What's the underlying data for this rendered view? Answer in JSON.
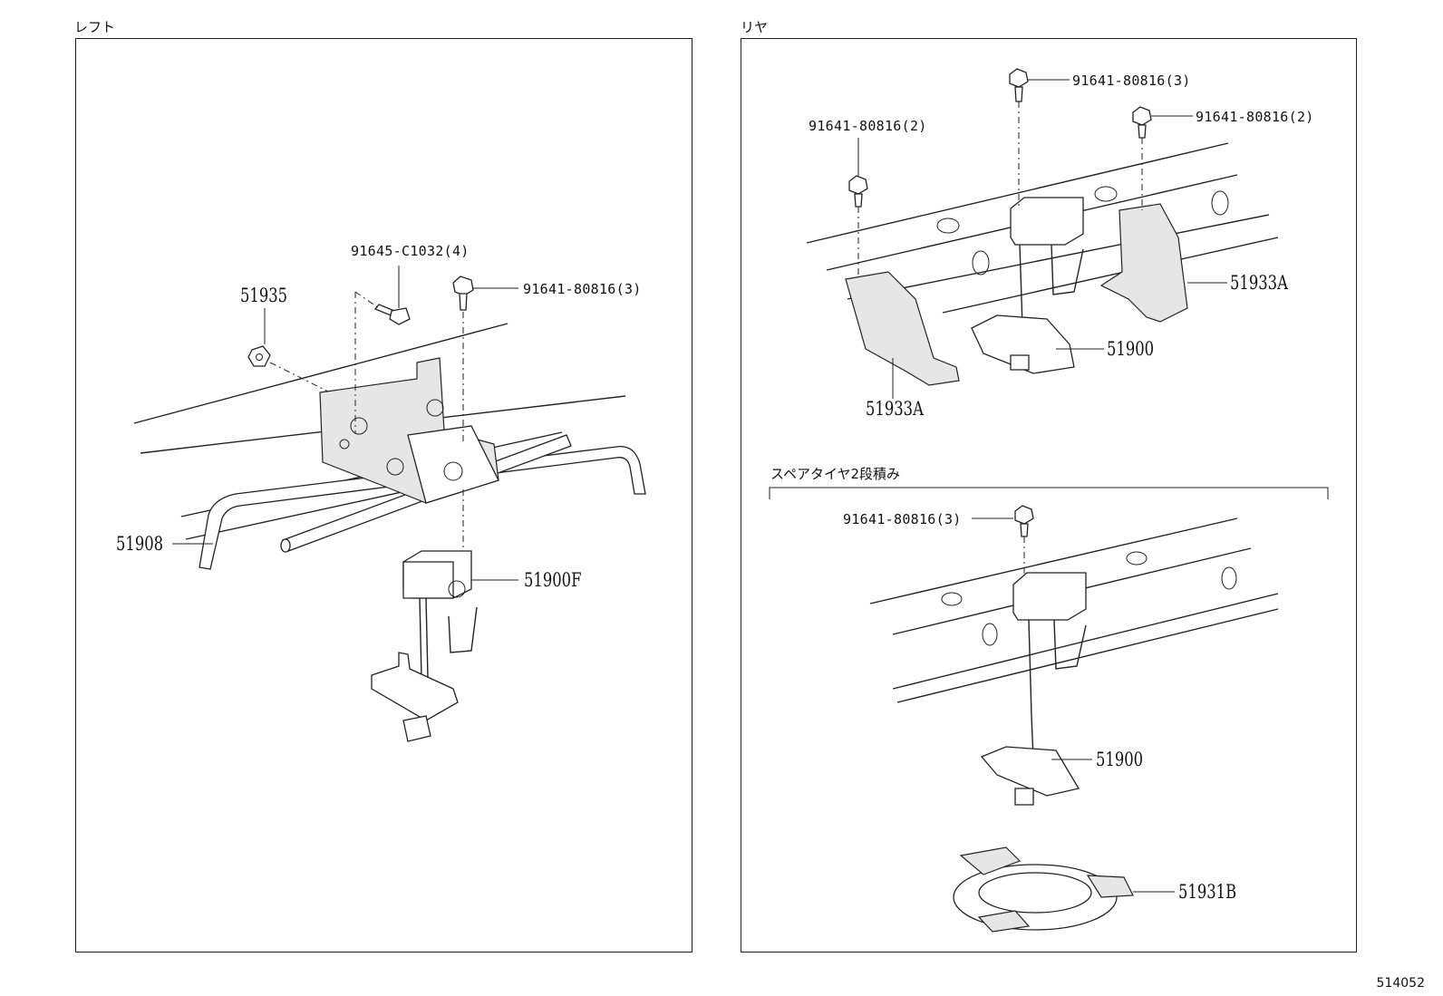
{
  "panels": {
    "left": {
      "title": "レフト"
    },
    "rear": {
      "title": "リヤ"
    },
    "double_spare": {
      "title": "スペアタイヤ2段積み"
    }
  },
  "labels": {
    "bolt_left_c1032": "91645-C1032(4)",
    "bolt_left_3": "91641-80816(3)",
    "nut_51935": "51935",
    "pipe_51908": "51908",
    "carrier_51900f": "51900F",
    "bolt_rear_top_3": "91641-80816(3)",
    "bolt_rear_right_2": "91641-80816(2)",
    "bolt_rear_left_2": "91641-80816(2)",
    "bracket_51933a_right": "51933A",
    "bracket_51933a_left": "51933A",
    "carrier_51900_rear": "51900",
    "bolt_double_3": "91641-80816(3)",
    "carrier_51900_double": "51900",
    "stopper_51931b": "51931B"
  },
  "drawing_id": "514052"
}
